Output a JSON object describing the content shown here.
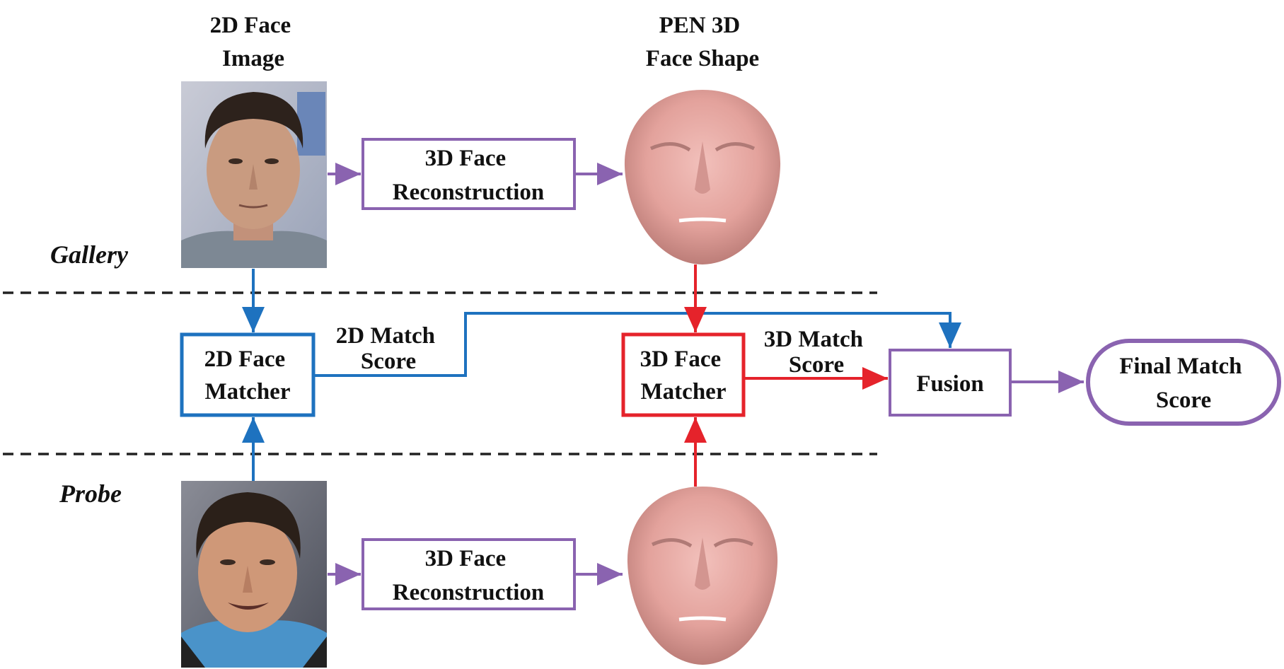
{
  "colors": {
    "purple": "#8a63b0",
    "blue": "#1e72bf",
    "red": "#e5232b",
    "dash": "#222222",
    "skin_photo": "#c89a7e",
    "mesh": "#e8a8a2"
  },
  "headers": {
    "image_title": [
      "2D Face",
      "Image"
    ],
    "shape_title": [
      "PEN 3D",
      "Face Shape"
    ]
  },
  "sections": {
    "gallery": "Gallery",
    "probe": "Probe"
  },
  "boxes": {
    "recon_gallery": [
      "3D Face",
      "Reconstruction"
    ],
    "recon_probe": [
      "3D Face",
      "Reconstruction"
    ],
    "matcher_2d": [
      "2D Face",
      "Matcher"
    ],
    "matcher_3d": [
      "3D Face",
      "Matcher"
    ],
    "fusion": [
      "Fusion"
    ],
    "final": [
      "Final  Match",
      "Score"
    ]
  },
  "edge_labels": {
    "score_2d": [
      "2D Match",
      "Score"
    ],
    "score_3d": [
      "3D Match",
      "Score"
    ]
  },
  "images": {
    "gallery_photo": "gallery-face-photo",
    "probe_photo": "probe-face-photo",
    "gallery_mesh": "gallery-3d-face-shape",
    "probe_mesh": "probe-3d-face-shape"
  }
}
